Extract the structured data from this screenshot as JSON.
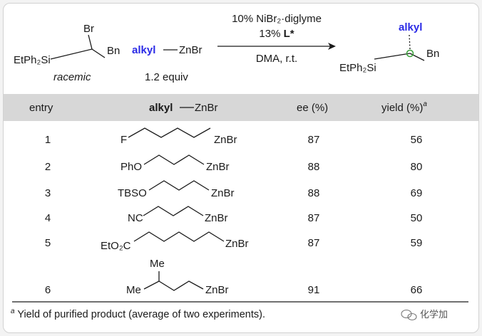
{
  "reaction": {
    "substrate": {
      "br": "Br",
      "bn": "Bn",
      "silyl": "EtPh₂Si",
      "note": "racemic"
    },
    "reagent": {
      "alkyl": "alkyl",
      "znbr": "ZnBr",
      "equiv": "1.2 equiv"
    },
    "conditions": {
      "line1": "10% NiBr₂·diglyme",
      "line2_prefix": "13% ",
      "line2_bold": "L*",
      "line3": "DMA, r.t."
    },
    "product": {
      "alkyl": "alkyl",
      "silyl": "EtPh₂Si",
      "bn": "Bn"
    }
  },
  "table": {
    "headers": {
      "entry": "entry",
      "alkyl": "alkyl",
      "znbr": "ZnBr",
      "ee": "ee (%)",
      "yield": "yield (%)",
      "yield_sup": "a"
    },
    "rows": [
      {
        "entry": "1",
        "left": "F",
        "right": "ZnBr",
        "ee": "87",
        "yield": "56"
      },
      {
        "entry": "2",
        "left": "PhO",
        "right": "ZnBr",
        "ee": "88",
        "yield": "80"
      },
      {
        "entry": "3",
        "left": "TBSO",
        "right": "ZnBr",
        "ee": "88",
        "yield": "69"
      },
      {
        "entry": "4",
        "left": "NC",
        "right": "ZnBr",
        "ee": "87",
        "yield": "50"
      },
      {
        "entry": "5",
        "left": "EtO₂C",
        "right": "ZnBr",
        "ee": "87",
        "yield": "59"
      },
      {
        "entry": "6",
        "left": "Me",
        "top": "Me",
        "right": "ZnBr",
        "ee": "91",
        "yield": "66"
      }
    ]
  },
  "footnote": {
    "sup": "a",
    "text": " Yield of purified product (average of two experiments)."
  },
  "watermark": {
    "text": "化学加",
    "icon": "wechat-icon"
  }
}
